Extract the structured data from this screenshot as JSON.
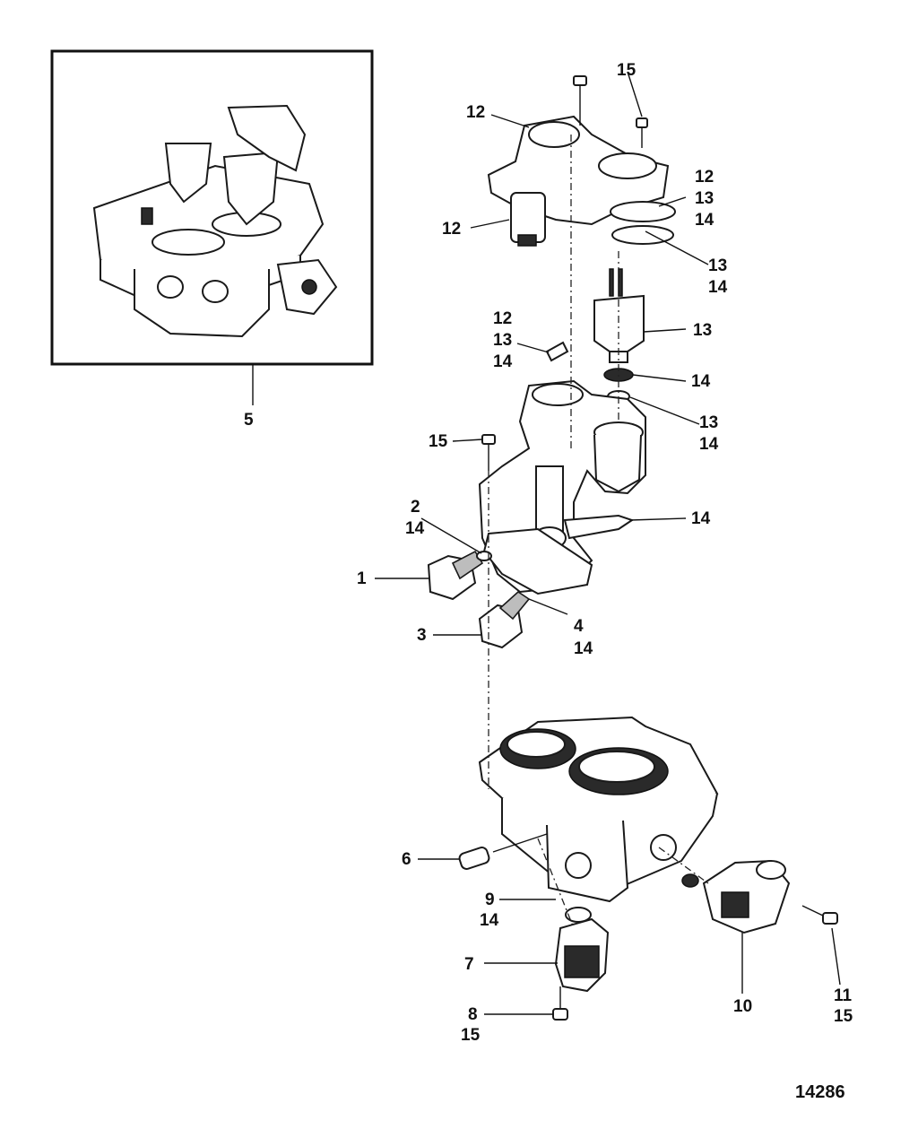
{
  "figure_number": "14286",
  "callouts": {
    "c1": "1",
    "c2a": "2",
    "c2b": "14",
    "c3": "3",
    "c4a": "4",
    "c4b": "14",
    "c5": "5",
    "c6": "6",
    "c7": "7",
    "c8a": "8",
    "c8b": "15",
    "c9a": "9",
    "c9b": "14",
    "c10": "10",
    "c11a": "11",
    "c11b": "15",
    "c12top": "12",
    "c12left": "12",
    "c12r": "12",
    "c13r": "13",
    "c14r": "14",
    "c13o": "13",
    "c14o": "14",
    "c13inj": "13",
    "c12m": "12",
    "c13m": "13",
    "c14m": "14",
    "c14nut": "14",
    "c13ring": "13",
    "c14ring": "14",
    "c15top": "15",
    "c15mid": "15",
    "c14lev": "14"
  },
  "colors": {
    "ink": "#111111",
    "paper": "#ffffff"
  }
}
